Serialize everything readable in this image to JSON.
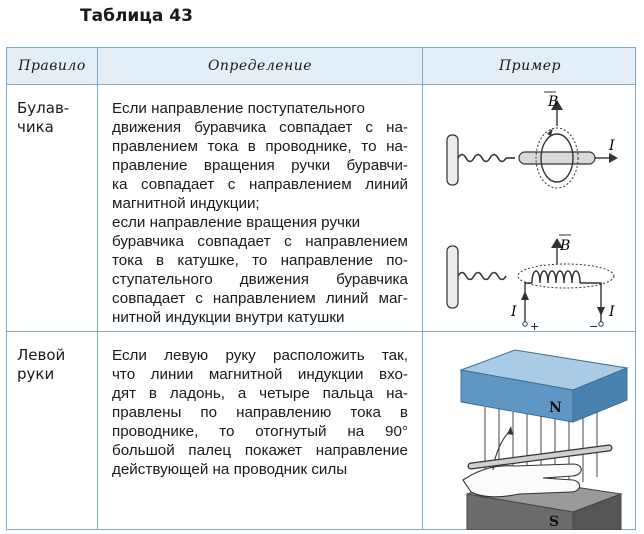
{
  "caption": "Таблица 43",
  "header": {
    "rule": "Правило",
    "definition": "Определение",
    "example": "Пример"
  },
  "rows": [
    {
      "rule_lines": [
        "Булав-",
        "чика"
      ],
      "definition_lines": [
        "Если направление поступательного",
        "движения буравчика совпадает с на-",
        "правлением тока в проводнике, то на-",
        "правление вращения ручки буравчи-",
        "ка совпадает с направлением линий",
        "магнитной индукции;",
        "если направление вращения ручки",
        "буравчика совпадает с направлением",
        "тока в катушке, то направление по-",
        "ступательного движения буравчика",
        "совпадает с направлением линий маг-",
        "нитной индукции внутри катушки"
      ],
      "example": {
        "b_label": "B",
        "i_label": "I",
        "plus": "+",
        "minus": "−"
      }
    },
    {
      "rule_lines": [
        "Левой",
        "руки"
      ],
      "definition_lines": [
        "Если левую руку расположить так,",
        "что линии магнитной индукции вхо-",
        "дят в ладонь, а четыре пальца на-",
        "правлены по направлению тока в",
        "проводнике, то отогнутый на 90°",
        "большой палец покажет направление",
        "действующей на проводник силы"
      ],
      "example": {
        "n_label": "N",
        "s_label": "S"
      }
    }
  ],
  "colors": {
    "border": "#7fa8c9",
    "header_bg": "#e3eef7",
    "magnet_blue": "#5f97c4",
    "magnet_grey": "#6b6b6b"
  }
}
